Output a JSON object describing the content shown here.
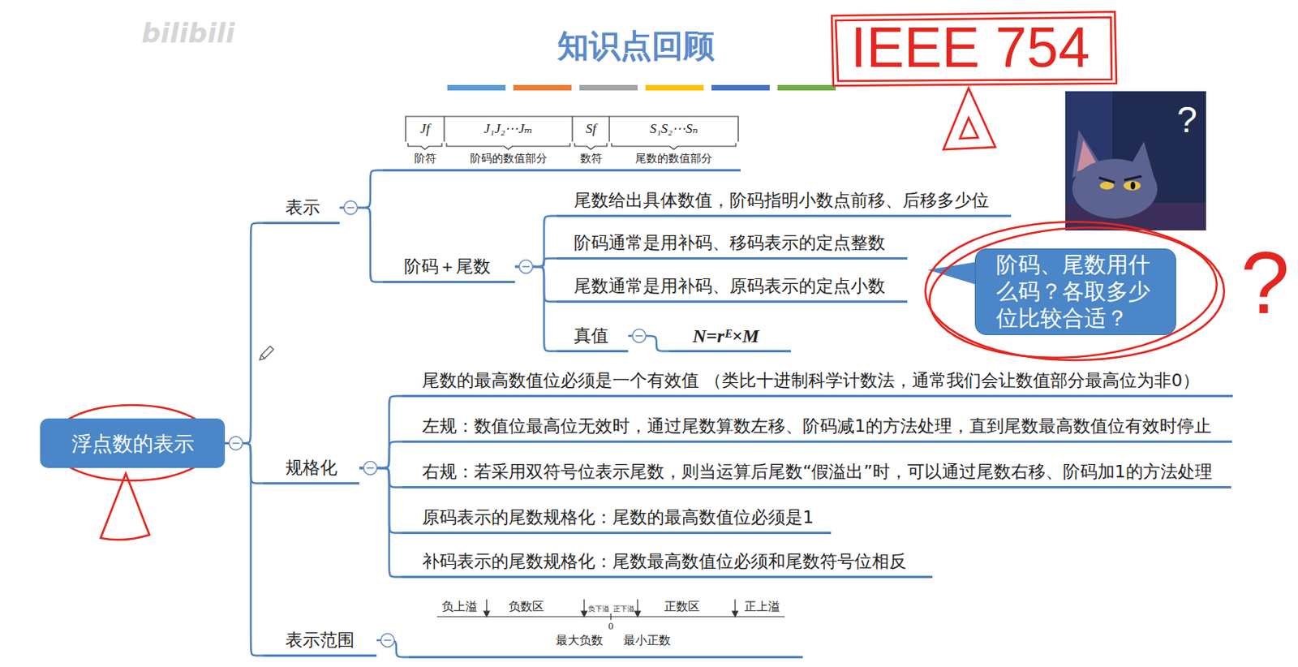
{
  "diagram": {
    "title": "知识点回顾",
    "nodes": [
      {
        "text": [
          "浮点数的表示"
        ]
      },
      {
        "text": [
          "表示"
        ]
      },
      {
        "text": [
          "Jf",
          "J₁J₂⋯Jₘ",
          "Sf",
          "S₁S₂⋯Sₙ",
          "阶符",
          "阶码的数值部分",
          "数符",
          "尾数的数值部分"
        ]
      },
      {
        "text": [
          "阶码＋尾数"
        ]
      },
      {
        "text": [
          "尾数给出具体数值，阶码指明小数点前移、后移多少位"
        ]
      },
      {
        "text": [
          "阶码通常是用补码、移码表示的定点整数"
        ]
      },
      {
        "text": [
          "尾数通常是用补码、原码表示的定点小数"
        ]
      },
      {
        "text": [
          "真值"
        ]
      },
      {
        "text": [
          "N=rᴱ×M"
        ]
      },
      {
        "text": [
          "阶码、尾数用什么码？各取多少位比较合适？"
        ]
      },
      {
        "text": [
          "规格化"
        ]
      },
      {
        "text": [
          "尾数的最高数值位必须是一个有效值 （类比十进制科学计数法，通常我们会让数值部分最高位为非0）"
        ]
      },
      {
        "text": [
          "左规：数值位最高位无效时，通过尾数算数左移、阶码减1的方法处理，直到尾数最高数值位有效时停止"
        ]
      },
      {
        "text": [
          "右规：若采用双符号位表示尾数，则当运算后尾数“假溢出”时，可以通过尾数右移、阶码加1的方法处理"
        ]
      },
      {
        "text": [
          "原码表示的尾数规格化：尾数的最高数值位必须是1"
        ]
      },
      {
        "text": [
          "补码表示的尾数规格化：尾数最高数值位必须和尾数符号位相反"
        ]
      },
      {
        "text": [
          "表示范围"
        ]
      },
      {
        "text": [
          "负上溢",
          "负数区",
          "负下溢",
          "正下溢",
          "0",
          "正数区",
          "正上溢",
          "最大负数",
          "最小正数"
        ]
      }
    ],
    "edges": [
      {
        "from": 0,
        "to": 1,
        "arrow": "none"
      },
      {
        "from": 0,
        "to": 10,
        "arrow": "none"
      },
      {
        "from": 0,
        "to": 16,
        "arrow": "none"
      },
      {
        "from": 1,
        "to": 2,
        "arrow": "none"
      },
      {
        "from": 1,
        "to": 3,
        "arrow": "none"
      },
      {
        "from": 3,
        "to": 4,
        "arrow": "none"
      },
      {
        "from": 3,
        "to": 5,
        "arrow": "none"
      },
      {
        "from": 3,
        "to": 6,
        "arrow": "none"
      },
      {
        "from": 3,
        "to": 7,
        "arrow": "none"
      },
      {
        "from": 7,
        "to": 8,
        "arrow": "none"
      },
      {
        "from": 10,
        "to": 11,
        "arrow": "none"
      },
      {
        "from": 10,
        "to": 12,
        "arrow": "none"
      },
      {
        "from": 10,
        "to": 13,
        "arrow": "none"
      },
      {
        "from": 10,
        "to": 14,
        "arrow": "none"
      },
      {
        "from": 10,
        "to": 15,
        "arrow": "none"
      },
      {
        "from": 16,
        "to": 17,
        "arrow": "none"
      }
    ],
    "labels": [
      "bilibili",
      "IEEE 754",
      "?",
      "?"
    ]
  }
}
